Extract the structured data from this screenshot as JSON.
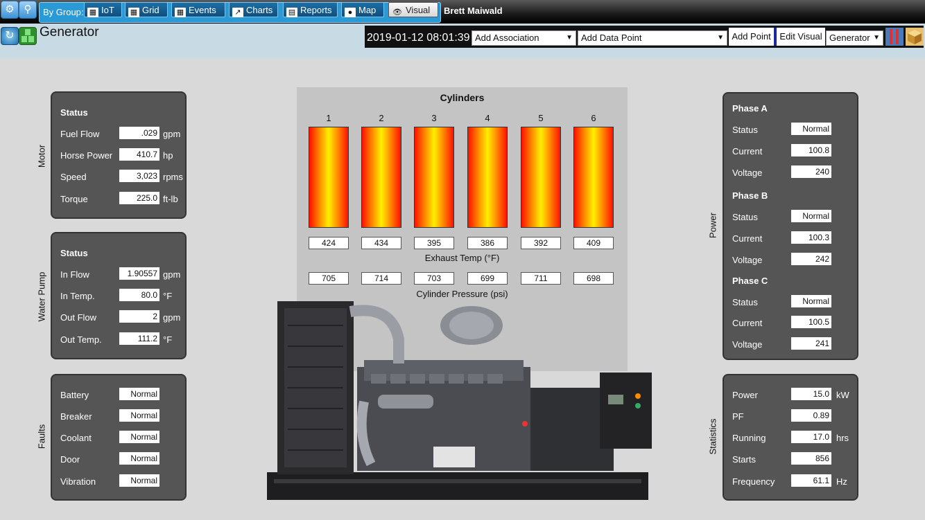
{
  "navbar": {
    "group_label": "By Group:",
    "buttons": [
      {
        "label": "IoT",
        "icon": "iot-icon"
      },
      {
        "label": "Grid",
        "icon": "grid-icon"
      },
      {
        "label": "Events",
        "icon": "calendar-icon"
      },
      {
        "label": "Charts",
        "icon": "chart-icon"
      },
      {
        "label": "Reports",
        "icon": "clipboard-icon"
      },
      {
        "label": "Map",
        "icon": "map-icon"
      },
      {
        "label": "Visual",
        "icon": "eye-icon"
      }
    ],
    "user": "Brett Maiwald"
  },
  "header": {
    "title": "Generator",
    "datetime": "2019-01-12 08:01:39",
    "add_association": "Add Association",
    "add_data_point": "Add Data Point",
    "add_point": "Add Point",
    "edit_visual": "Edit Visual",
    "visual_select": "Generator"
  },
  "motor": {
    "section": "Motor",
    "title": "Status",
    "rows": [
      {
        "label": "Fuel Flow",
        "value": ".029",
        "unit": "gpm"
      },
      {
        "label": "Horse Power",
        "value": "410.7",
        "unit": "hp"
      },
      {
        "label": "Speed",
        "value": "3,023",
        "unit": "rpms"
      },
      {
        "label": "Torque",
        "value": "225.0",
        "unit": "ft-lb"
      }
    ]
  },
  "water_pump": {
    "section": "Water Pump",
    "title": "Status",
    "rows": [
      {
        "label": "In Flow",
        "value": "1.90557",
        "unit": "gpm"
      },
      {
        "label": "In Temp.",
        "value": "80.0",
        "unit": "°F"
      },
      {
        "label": "Out Flow",
        "value": "2",
        "unit": "gpm"
      },
      {
        "label": "Out Temp.",
        "value": "111.2",
        "unit": "°F"
      }
    ]
  },
  "faults": {
    "section": "Faults",
    "rows": [
      {
        "label": "Battery",
        "value": "Normal"
      },
      {
        "label": "Breaker",
        "value": "Normal"
      },
      {
        "label": "Coolant",
        "value": "Normal"
      },
      {
        "label": "Door",
        "value": "Normal"
      },
      {
        "label": "Vibration",
        "value": "Normal"
      }
    ]
  },
  "cylinders": {
    "title": "Cylinders",
    "numbers": [
      "1",
      "2",
      "3",
      "4",
      "5",
      "6"
    ],
    "exhaust_temp": [
      "424",
      "434",
      "395",
      "386",
      "392",
      "409"
    ],
    "exhaust_label": "Exhaust Temp (°F)",
    "pressure": [
      "705",
      "714",
      "703",
      "699",
      "711",
      "698"
    ],
    "pressure_label": "Cylinder Pressure (psi)"
  },
  "power": {
    "section": "Power",
    "phases": [
      {
        "title": "Phase A",
        "status_label": "Status",
        "status": "Normal",
        "current_label": "Current",
        "current": "100.8",
        "voltage_label": "Voltage",
        "voltage": "240"
      },
      {
        "title": "Phase B",
        "status_label": "Status",
        "status": "Normal",
        "current_label": "Current",
        "current": "100.3",
        "voltage_label": "Voltage",
        "voltage": "242"
      },
      {
        "title": "Phase C",
        "status_label": "Status",
        "status": "Normal",
        "current_label": "Current",
        "current": "100.5",
        "voltage_label": "Voltage",
        "voltage": "241"
      }
    ]
  },
  "statistics": {
    "section": "Statistics",
    "rows": [
      {
        "label": "Power",
        "value": "15.0",
        "unit": "kW"
      },
      {
        "label": "PF",
        "value": "0.89",
        "unit": ""
      },
      {
        "label": "Running",
        "value": "17.0",
        "unit": "hrs"
      },
      {
        "label": "Starts",
        "value": "856",
        "unit": ""
      },
      {
        "label": "Frequency",
        "value": "61.1",
        "unit": "Hz"
      }
    ]
  },
  "colors": {
    "nav_bg": "#2a9ad6",
    "panel_bg": "#555555",
    "page_bg": "#d9d9d9",
    "cylinder_hot": "#ff1000",
    "cylinder_mid": "#fff000"
  }
}
